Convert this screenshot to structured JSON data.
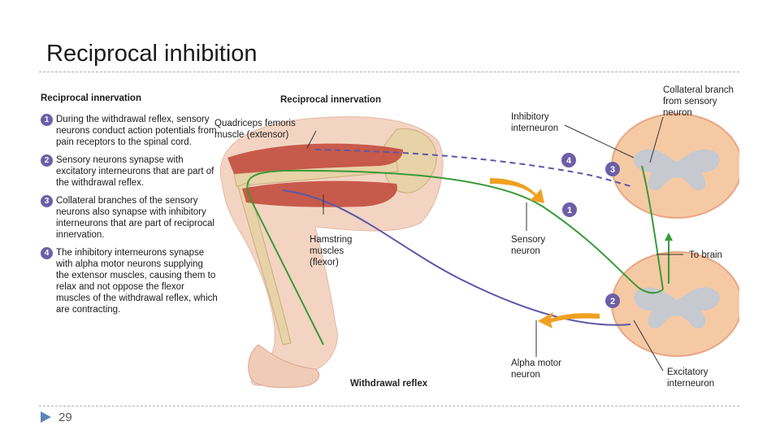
{
  "slide": {
    "title": "Reciprocal inhibition",
    "page_number": "29"
  },
  "left_panel": {
    "heading": "Reciprocal innervation",
    "steps": [
      {
        "num": "1",
        "text": "During the withdrawal reflex, sensory neurons conduct action potentials from pain receptors to the spinal cord."
      },
      {
        "num": "2",
        "text": "Sensory neurons synapse with excitatory interneurons that are part of the withdrawal reflex."
      },
      {
        "num": "3",
        "text": "Collateral branches of the sensory neurons also synapse with inhibitory interneurons that are part of reciprocal innervation."
      },
      {
        "num": "4",
        "text": "The inhibitory interneurons synapse with alpha motor neurons supplying the extensor muscles, causing them to relax and not oppose the flexor muscles of the withdrawal reflex, which are contracting."
      }
    ]
  },
  "diagram_labels": {
    "center_heading": "Reciprocal innervation",
    "quadriceps_1": "Quadriceps femoris",
    "quadriceps_2": "muscle (extensor)",
    "hamstring_1": "Hamstring",
    "hamstring_2": "muscles",
    "hamstring_3": "(flexor)",
    "withdrawal": "Withdrawal reflex",
    "inhibitory_1": "Inhibitory",
    "inhibitory_2": "interneuron",
    "collateral_1": "Collateral branch",
    "collateral_2": "from sensory",
    "collateral_3": "neuron",
    "sensory_1": "Sensory",
    "sensory_2": "neuron",
    "to_brain": "To brain",
    "alpha_1": "Alpha motor",
    "alpha_2": "neuron",
    "excitatory_1": "Excitatory",
    "excitatory_2": "interneuron",
    "badge_1": "1",
    "badge_2": "2",
    "badge_3": "3",
    "badge_4": "4"
  },
  "colors": {
    "sensory_neuron": "#3a9a3a",
    "motor_neuron": "#5a58a8",
    "muscle": "#c2493a",
    "bone": "#e8d2a8",
    "skin": "#f3d4c2",
    "spinal_cord": "#f6c9a5",
    "grey_matter": "#c6c9cf",
    "step_badge": "#6c5fa8",
    "arrow": "#f0a020"
  }
}
